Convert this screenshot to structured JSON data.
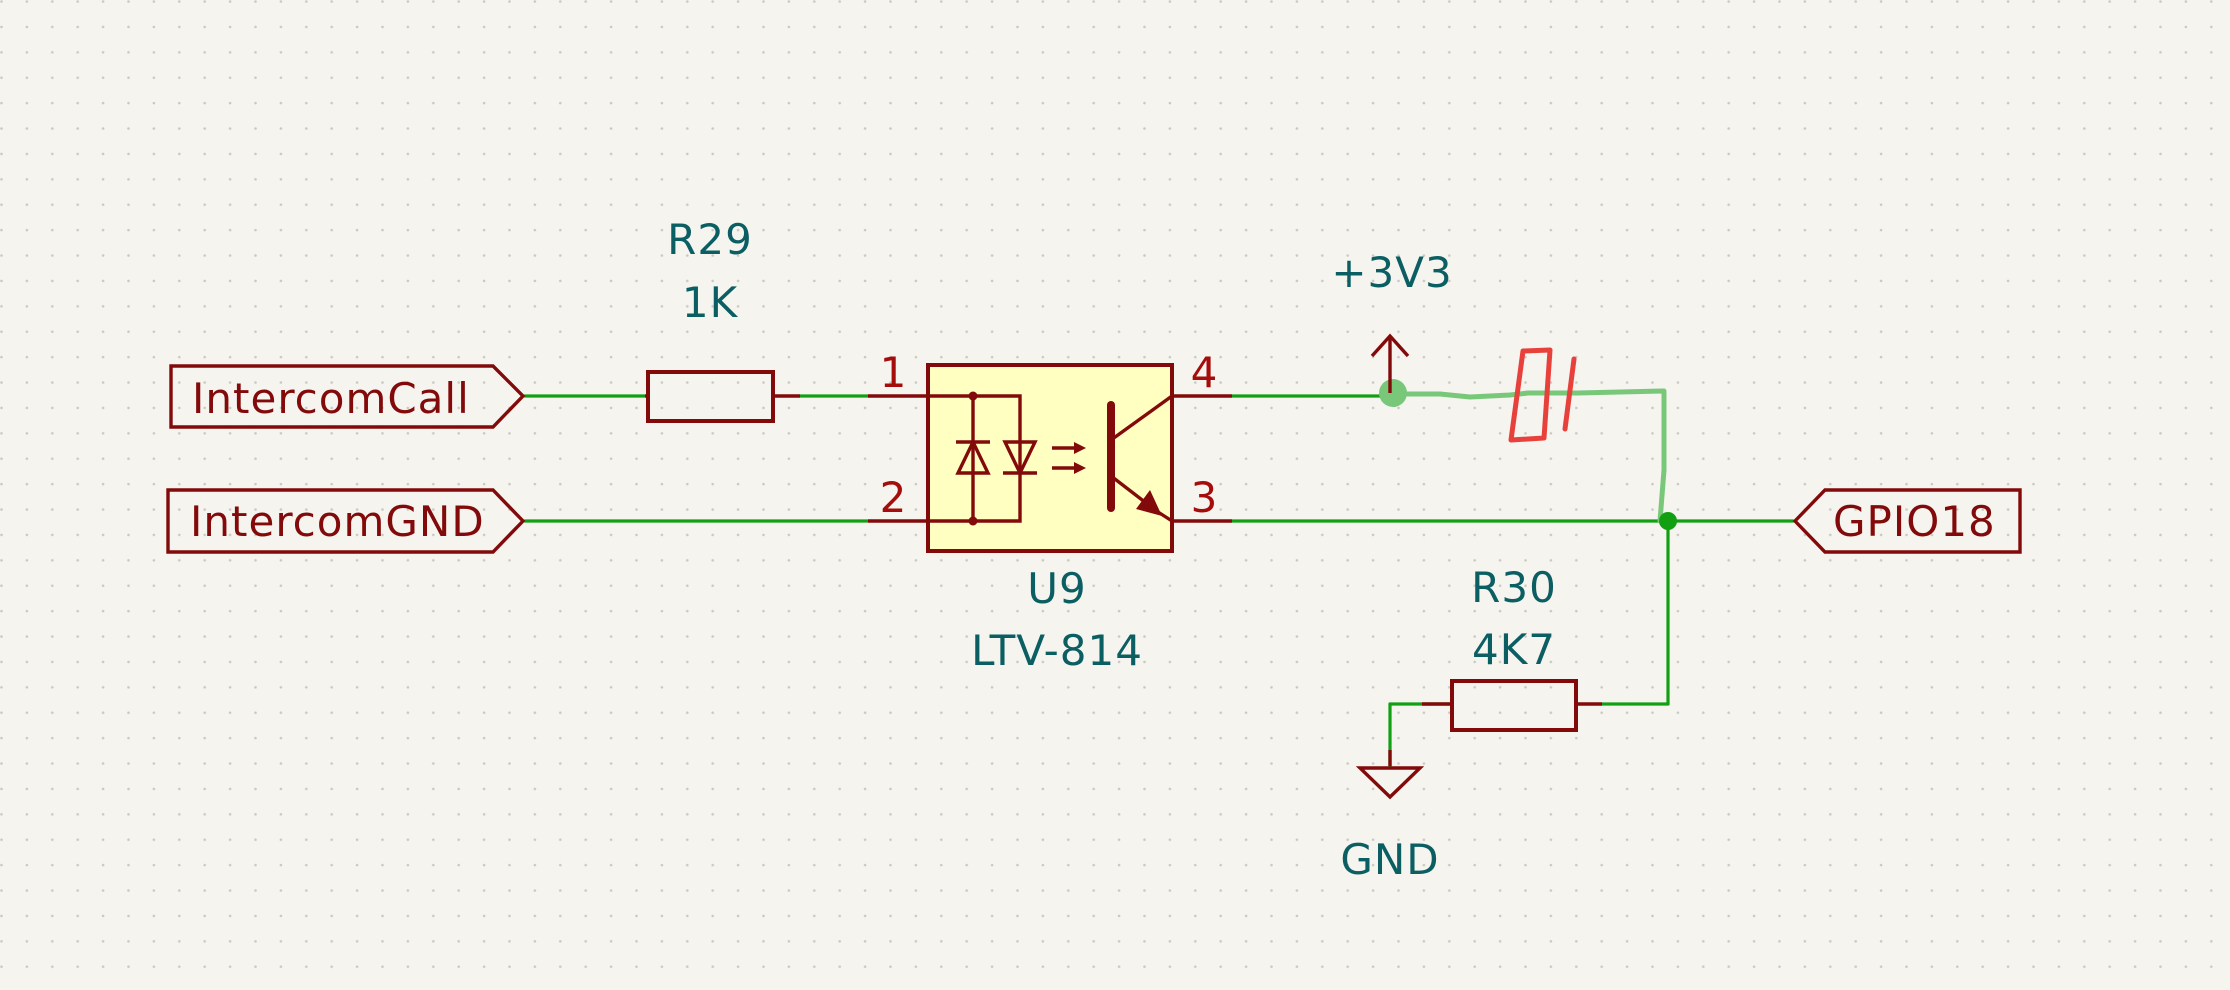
{
  "labels": {
    "intercom_call": "IntercomCall",
    "intercom_gnd": "IntercomGND",
    "gpio18": "GPIO18"
  },
  "r29": {
    "ref": "R29",
    "value": "1K"
  },
  "r30": {
    "ref": "R30",
    "value": "4K7"
  },
  "u9": {
    "ref": "U9",
    "value": "LTV-814",
    "pins": {
      "p1": "1",
      "p2": "2",
      "p3": "3",
      "p4": "4"
    }
  },
  "power": {
    "vcc": "+3V3",
    "gnd": "GND"
  },
  "colors": {
    "background": "#f5f4ef",
    "wire": "#12a012",
    "symbol": "#820a0a",
    "symbol_fill": "#ffffc2",
    "reference_text": "#0b5e62",
    "highlight_wire": "#79c87a",
    "markup": "#e8413c"
  }
}
